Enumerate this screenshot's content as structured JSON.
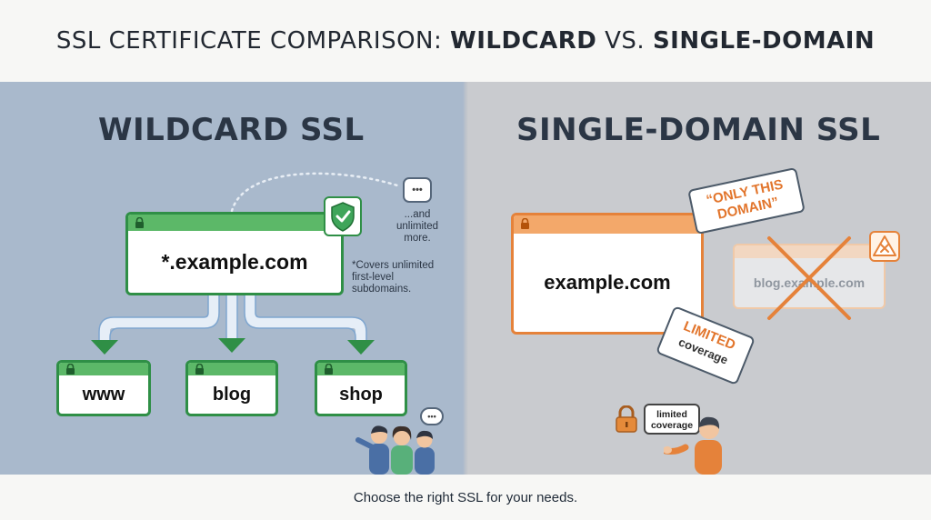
{
  "header": {
    "title_prefix": "SSL CERTIFICATE COMPARISON: ",
    "title_wildcard": "WILDCARD",
    "title_vs": " VS. ",
    "title_single": "SINGLE-DOMAIN"
  },
  "wildcard": {
    "heading": "WILDCARD SSL",
    "domain": "*.example.com",
    "note": "*Covers unlimited first-level subdomains.",
    "more_dots": "•••",
    "more_note": "...and unlimited more.",
    "subdomains": [
      "www",
      "blog",
      "shop"
    ],
    "bubble_dots": "•••"
  },
  "single": {
    "heading": "SINGLE-DOMAIN SSL",
    "domain": "example.com",
    "tag_only": "“ONLY THIS DOMAIN”",
    "tag_limited_1": "LIMITED",
    "tag_limited_2": "coverage",
    "blocked_domain": "blog.example.com",
    "callout": "limited coverage"
  },
  "footer": {
    "text": "Choose the right SSL for your needs."
  },
  "colors": {
    "left_panel": "#a9b9cc",
    "right_panel": "#c9cbcf",
    "green": "#2f8f46",
    "orange": "#e5823a",
    "text_dark": "#2b3645"
  }
}
